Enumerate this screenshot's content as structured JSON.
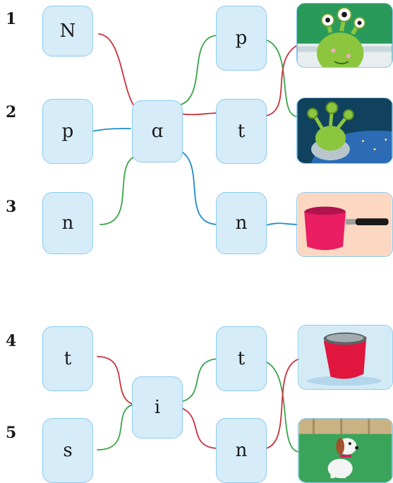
{
  "rows": {
    "n1": "1",
    "n2": "2",
    "n3": "3",
    "n4": "4",
    "n5": "5"
  },
  "group1": {
    "left": [
      "N",
      "p",
      "n"
    ],
    "middle": "ɑ",
    "right": [
      "p",
      "t",
      "n"
    ],
    "pictures": [
      "alien-peeking-icon",
      "alien-in-spaceship-icon",
      "pink-saucepan-icon"
    ]
  },
  "group2": {
    "left": [
      "t",
      "s"
    ],
    "middle": "i",
    "right": [
      "t",
      "n"
    ],
    "pictures": [
      "red-tin-can-icon",
      "dog-sitting-icon"
    ]
  },
  "colors": {
    "tile_fill": "#d6ecf9",
    "tile_border": "#8ccbee",
    "red_line": "#c8323c",
    "green_line": "#3aa64a",
    "blue_line": "#1e8cc8"
  }
}
